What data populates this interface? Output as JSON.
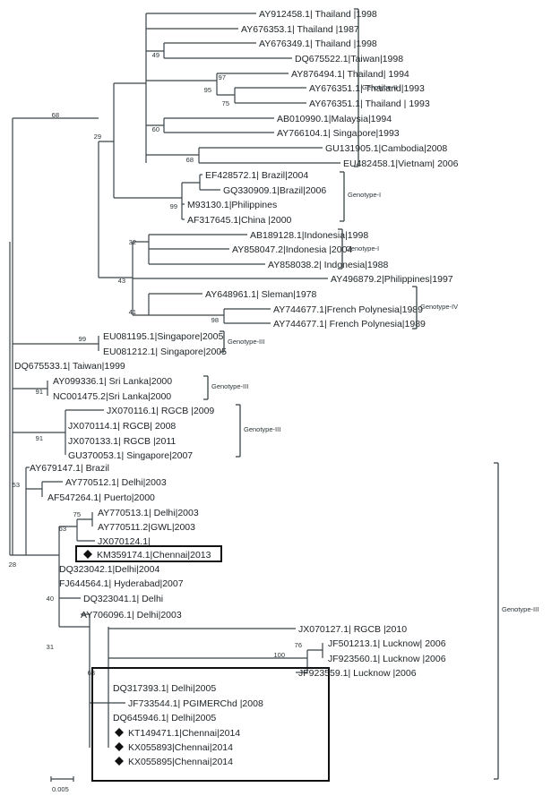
{
  "figure": {
    "type": "phylogenetic-tree",
    "scale_bar": {
      "label": "0.005",
      "value": 0.005
    }
  },
  "taxa": [
    "AY912458.1| Thailand |1998",
    "AY676353.1| Thailand |1987",
    "AY676349.1| Thailand |1998",
    "DQ675522.1|Taiwan|1998",
    "AY876494.1| Thailand| 1994",
    "AY676351.1| Thailand|1993",
    "AY676351.1| Thailand | 1993",
    "AB010990.1|Malaysia|1994",
    "AY766104.1| Singapore|1993",
    "GU131905.1|Cambodia|2008",
    "EU482458.1|Vietnam| 2006",
    "EF428572.1| Brazil|2004",
    "GQ330909.1|Brazil|2006",
    "M93130.1|Philippines",
    "AF317645.1|China |2000",
    "AB189128.1|Indonesia|1998",
    "AY858047.2|Indonesia |2004",
    "AY858038.2| Indonesia|1988",
    "AY496879.2|Philippines|1997",
    "AY648961.1| Sleman|1978",
    "AY744677.1|French Polynesia|1989",
    "AY744677.1| French Polynesia|1989",
    "EU081195.1|Singapore|2005",
    "EU081212.1| Singapore|2005",
    "DQ675533.1| Taiwan|1999",
    "AY099336.1| Sri Lanka|2000",
    "NC001475.2|Sri Lanka|2000",
    "JX070116.1| RGCB |2009",
    "JX070114.1| RGCB| 2008",
    "JX070133.1| RGCB |2011",
    "GU370053.1| Singapore|2007",
    "AY679147.1| Brazil",
    "AY770512.1| Delhi|2003",
    "AF547264.1| Puerto|2000",
    "AY770513.1| Delhi|2003",
    "AY770511.2|GWL|2003",
    "JX070124.1|",
    "KM359174.1|Chennai|2013",
    "DQ323042.1|Delhi|2004",
    "FJ644564.1| Hyderabad|2007",
    "DQ323041.1| Delhi",
    "AY706096.1| Delhi|2003",
    "JX070127.1| RGCB |2010",
    "JF501213.1| Lucknow| 2006",
    "JF923560.1| Lucknow |2006",
    "JF923559.1| Lucknow |2006",
    "DQ317393.1| Delhi|2005",
    "JF733544.1| PGIMERChd |2008",
    "DQ645946.1| Delhi|2005",
    "KT149471.1|Chennai|2014",
    "KX055893|Chennai|2014",
    "KX055895|Chennai|2014"
  ],
  "study_isolates": [
    "KM359174.1|Chennai|2013",
    "KT149471.1|Chennai|2014",
    "KX055893|Chennai|2014",
    "KX055895|Chennai|2014"
  ],
  "bootstrap": [
    "97",
    "49",
    "95",
    "75",
    "60",
    "68",
    "29",
    "68",
    "99",
    "32",
    "43",
    "41",
    "98",
    "99",
    "91",
    "91",
    "53",
    "75",
    "63",
    "40",
    "31",
    "100",
    "76",
    "63",
    "28"
  ],
  "genotypes": [
    "Genotype-II",
    "Genotype-I",
    "Genotype-I",
    "Genotype-IV",
    "Genotype-III",
    "Genotype-III",
    "Genotype-III",
    "Genotype-III"
  ]
}
